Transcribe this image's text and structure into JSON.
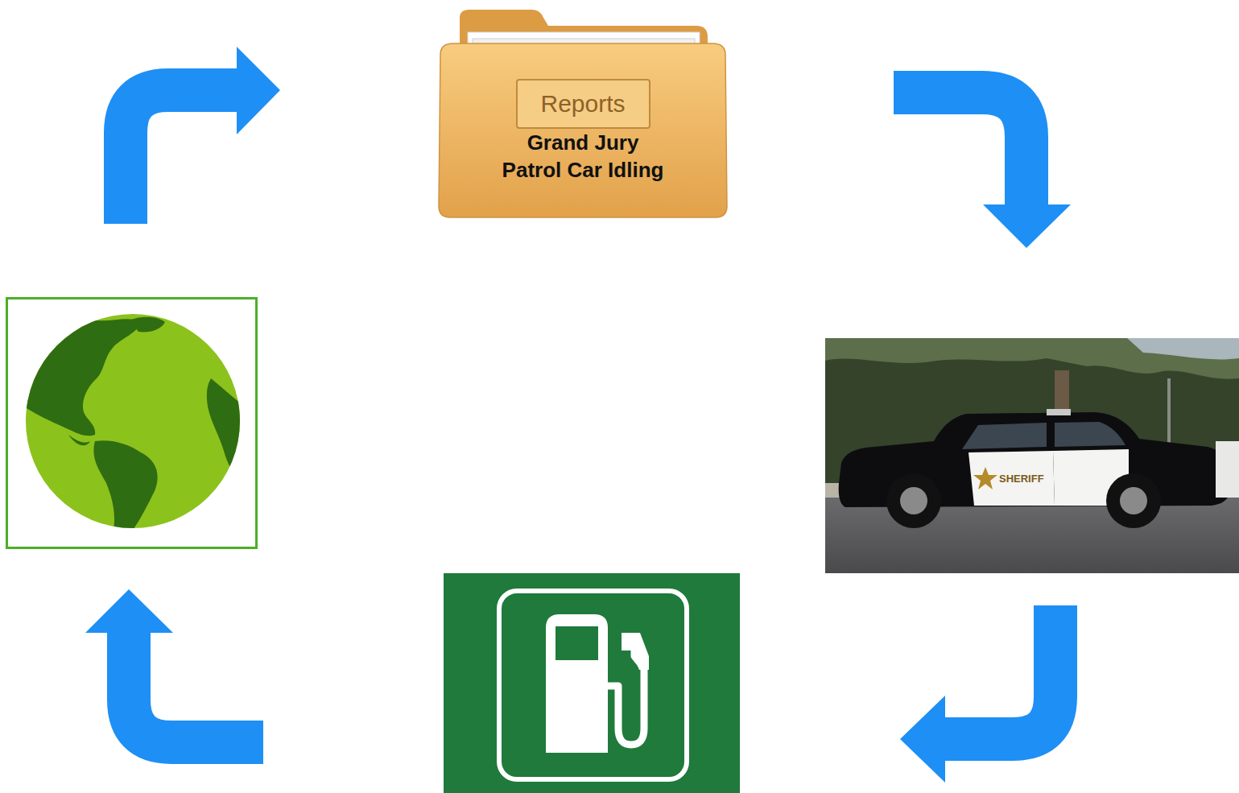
{
  "diagram": {
    "nodes": [
      {
        "text": [
          "Reports",
          "Grand Jury Patrol Car Idling"
        ]
      }
    ],
    "labels": [
      "SHERIFF"
    ]
  }
}
